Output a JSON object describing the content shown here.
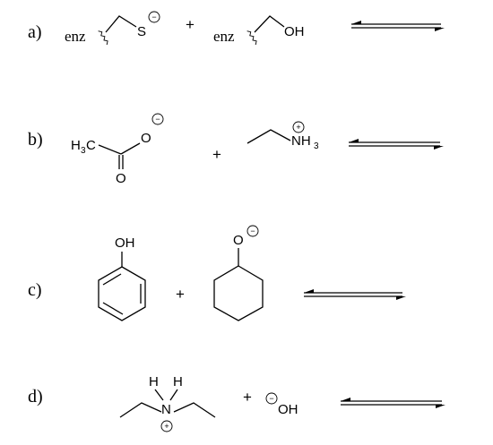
{
  "reactions": {
    "a": {
      "label": "a)",
      "reactant1": {
        "group": "enz",
        "anion": "S"
      },
      "plus": "+",
      "reactant2": {
        "group": "enz",
        "hydroxyl": "OH"
      }
    },
    "b": {
      "label": "b)",
      "reactant1": {
        "methyl": "H",
        "methyl_sub": "3",
        "methyl_c": "C",
        "o_double": "O",
        "o_anion": "O"
      },
      "plus": "+",
      "reactant2": {
        "n": "NH",
        "n_sub": "3"
      }
    },
    "c": {
      "label": "c)",
      "reactant1": {
        "hydroxyl": "OH"
      },
      "plus": "+",
      "reactant2": {
        "o_anion": "O"
      }
    },
    "d": {
      "label": "d)",
      "reactant1": {
        "h1": "H",
        "h2": "H",
        "n": "N"
      },
      "plus": "+",
      "reactant2": {
        "hydroxide": "OH"
      }
    }
  },
  "charge_symbols": {
    "negative": "−",
    "positive": "+"
  },
  "arrow_type": "equilibrium"
}
